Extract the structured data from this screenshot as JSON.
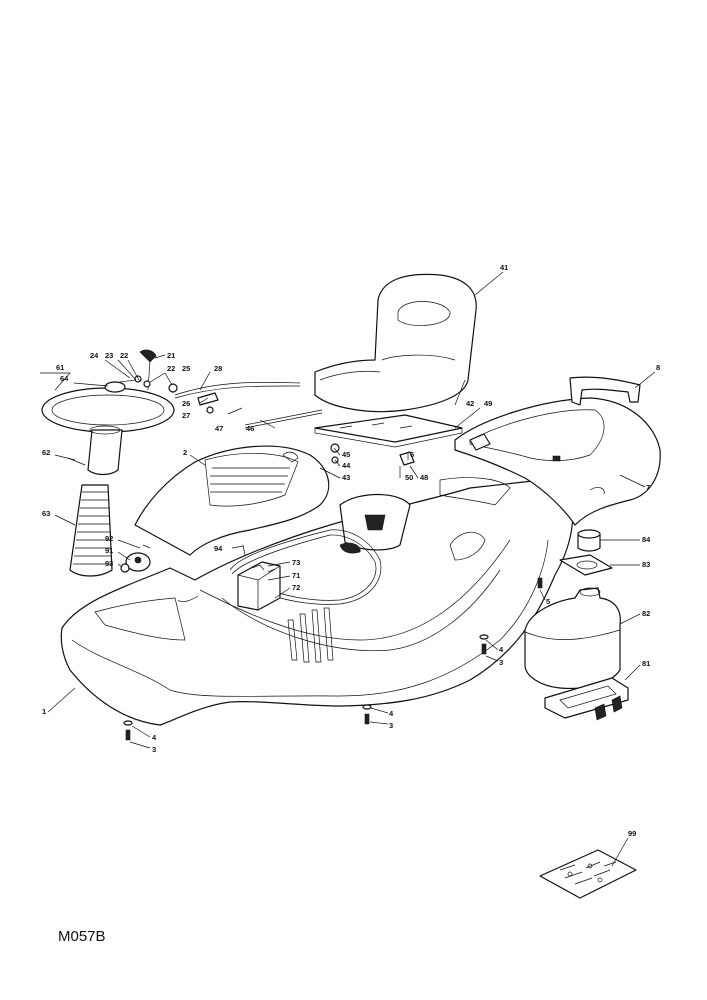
{
  "diagram": {
    "code": "M057B",
    "part_labels": [
      "41",
      "8",
      "61",
      "64",
      "24",
      "23",
      "22",
      "21",
      "22",
      "25",
      "28",
      "26",
      "27",
      "47",
      "46",
      "42",
      "49",
      "45",
      "44",
      "6",
      "43",
      "50",
      "48",
      "2",
      "62",
      "7",
      "63",
      "92",
      "91",
      "93",
      "94",
      "73",
      "71",
      "72",
      "84",
      "83",
      "5",
      "82",
      "4",
      "3",
      "81",
      "1",
      "4",
      "3",
      "4",
      "3",
      "99"
    ]
  }
}
